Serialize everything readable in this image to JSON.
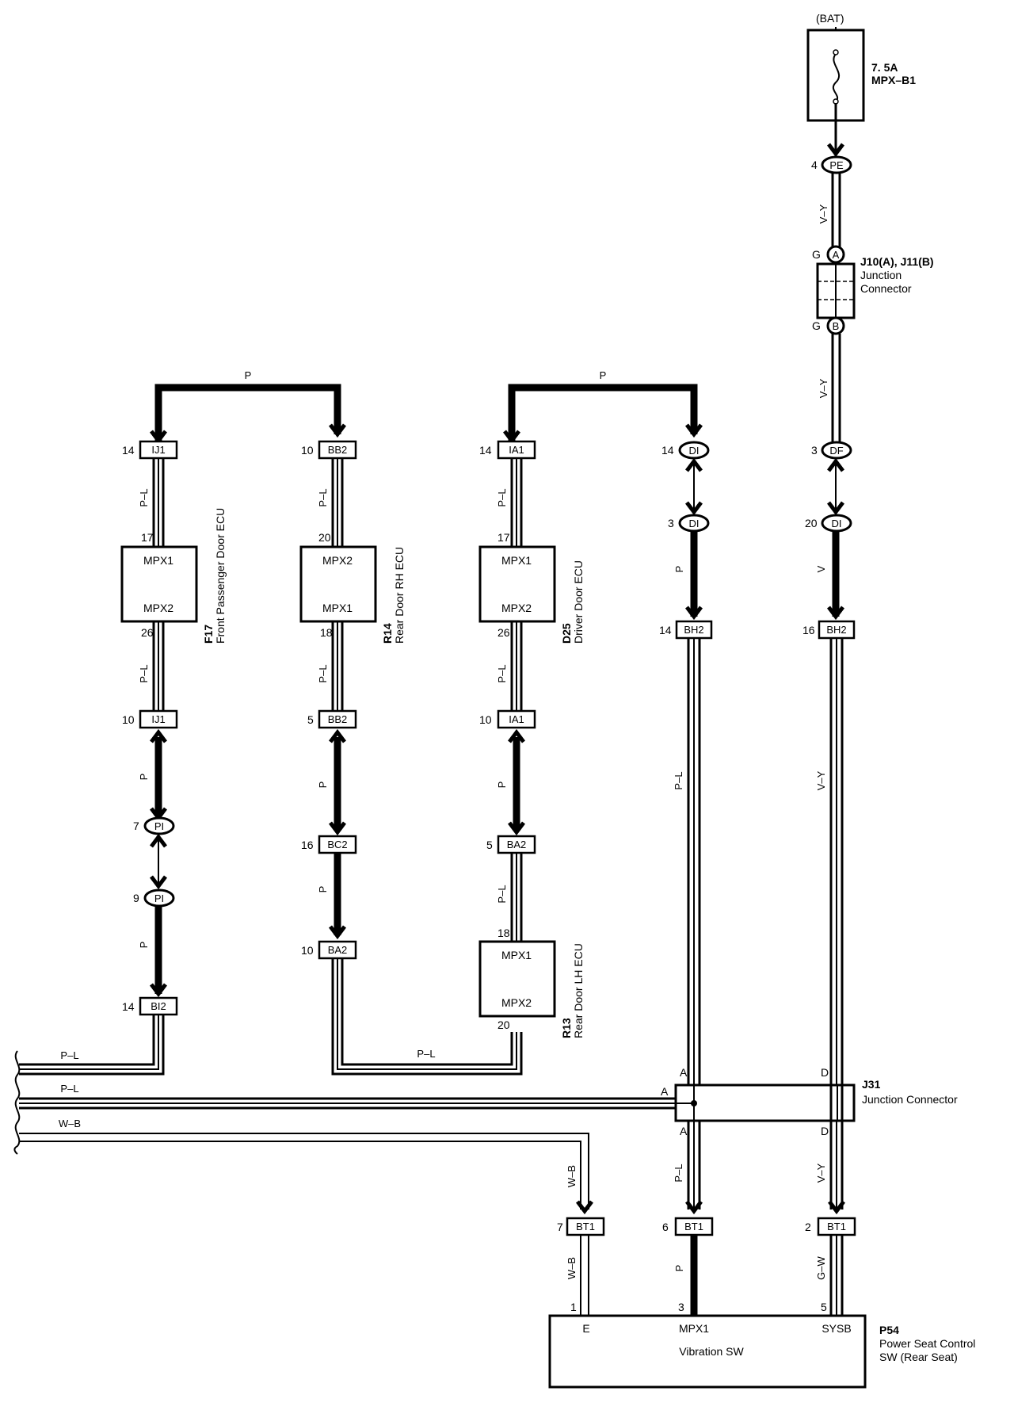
{
  "power": {
    "source": "(BAT)",
    "fuse_rating": "7. 5A",
    "fuse_name": "MPX–B1"
  },
  "wire_colors": {
    "v_y": "V–Y",
    "p": "P",
    "p_l": "P–L",
    "v": "V",
    "w_b": "W–B",
    "g_w": "G–W"
  },
  "connectors": {
    "pe": "PE",
    "a": "A",
    "b": "B",
    "df": "DF",
    "di": "DI",
    "bh2": "BH2",
    "bt1": "BT1",
    "ij1": "IJ1",
    "bb2": "BB2",
    "ia1": "IA1",
    "pi": "PI",
    "bi2": "BI2",
    "bc2": "BC2",
    "ba2": "BA2"
  },
  "pins": {
    "p4": "4",
    "g": "G",
    "p3": "3",
    "p20": "20",
    "p16": "16",
    "p14": "14",
    "p10": "10",
    "p5": "5",
    "p7": "7",
    "p9": "9",
    "p17": "17",
    "p26": "26",
    "p18": "18",
    "p6": "6",
    "p2": "2",
    "p1": "1",
    "A": "A",
    "D": "D"
  },
  "junctions": {
    "j10": {
      "title": "J10(A), J11(B)",
      "line1": "Junction",
      "line2": "Connector"
    },
    "j31": {
      "title": "J31",
      "name": "Junction Connector"
    }
  },
  "ecus": {
    "f17": {
      "code": "F17",
      "name": "Front Passenger Door ECU",
      "top": "MPX1",
      "bottom": "MPX2"
    },
    "r14": {
      "code": "R14",
      "name": "Rear Door RH ECU",
      "top": "MPX2",
      "bottom": "MPX1"
    },
    "d25": {
      "code": "D25",
      "name": "Driver Door ECU",
      "top": "MPX1",
      "bottom": "MPX2"
    },
    "r13": {
      "code": "R13",
      "name": "Rear Door LH ECU",
      "top": "MPX1",
      "bottom": "MPX2"
    }
  },
  "p54": {
    "code": "P54",
    "name_line1": "Power Seat Control",
    "name_line2": "SW (Rear Seat)",
    "term_e": "E",
    "term_mpx1": "MPX1",
    "term_sysb": "SYSB",
    "inner": "Vibration SW"
  }
}
